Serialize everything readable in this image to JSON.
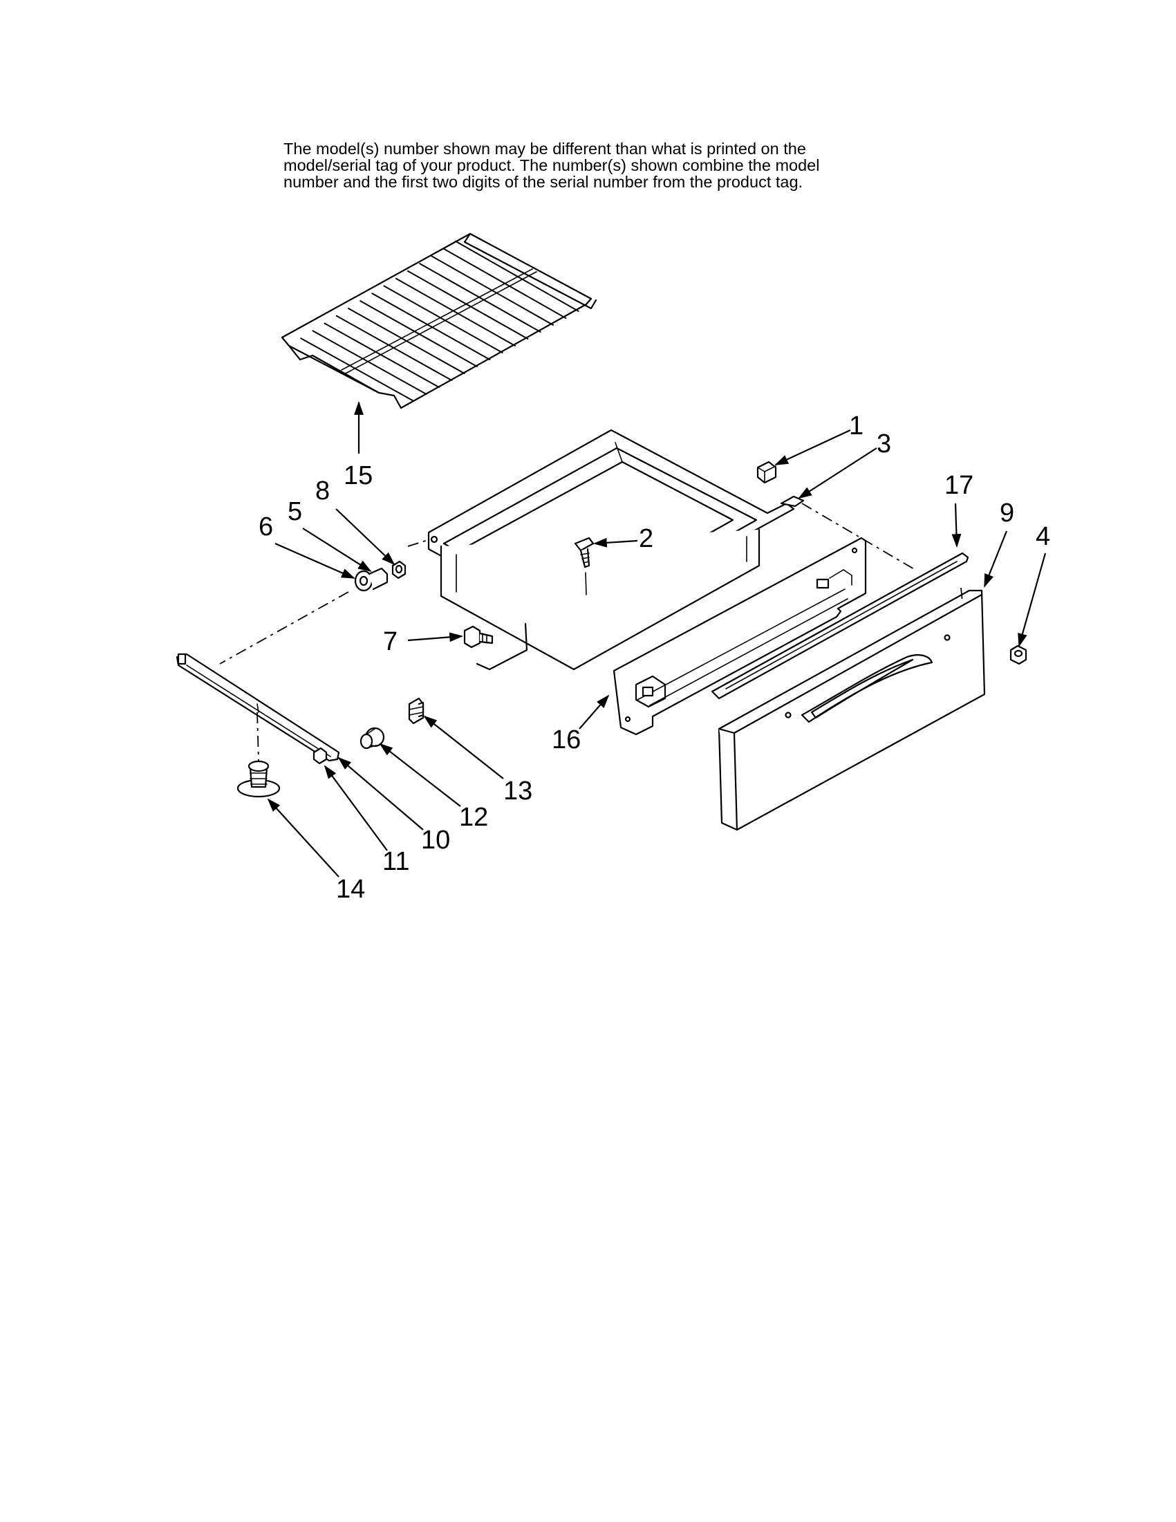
{
  "notice": {
    "line1": "The model(s) number shown may be different than what is printed on the",
    "line2": "model/serial tag of your product. The number(s) shown combine the model",
    "line3": "number and the first two digits of the serial number from the product tag."
  },
  "callouts": [
    "1",
    "2",
    "3",
    "4",
    "5",
    "6",
    "7",
    "8",
    "9",
    "10",
    "11",
    "12",
    "13",
    "14",
    "15",
    "16",
    "17"
  ]
}
